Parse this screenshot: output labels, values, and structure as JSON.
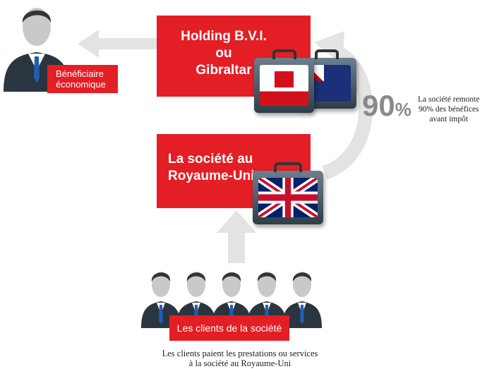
{
  "holding_box": {
    "lines": [
      "Holding B.V.I.",
      "ou",
      "Gibraltar"
    ]
  },
  "uk_box": {
    "lines": [
      "La société au",
      "Royaume-Uni"
    ]
  },
  "beneficiary": {
    "label_lines": [
      "Bénéficiaire",
      "économique"
    ]
  },
  "percent": {
    "value": "90",
    "unit": "%",
    "description_lines": [
      "La société remonte",
      "90% des bénéfices",
      "avant impôt"
    ]
  },
  "clients": {
    "label": "Les clients de la société",
    "caption_lines": [
      "Les clients paient les prestations ou services",
      "à la société au Royaume-Uni"
    ]
  },
  "colors": {
    "accent": "#e31e24",
    "arrow": "#e3e3e3",
    "percent_text": "#8a8a8a"
  }
}
